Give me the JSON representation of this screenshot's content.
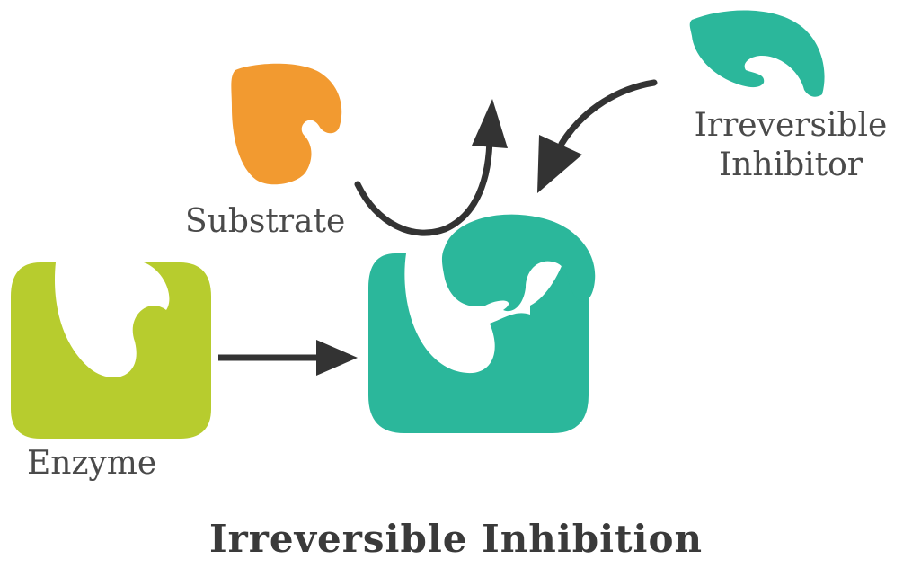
{
  "labels": {
    "substrate": "Substrate",
    "inhibitor_line1": "Irreversible",
    "inhibitor_line2": "Inhibitor",
    "enzyme": "Enzyme",
    "title": "Irreversible Inhibition"
  },
  "colors": {
    "enzyme": "#b7cc2e",
    "substrate": "#f29a30",
    "inhibitor": "#2bb79b",
    "arrow": "#333333",
    "text": "#4a4a4a"
  }
}
